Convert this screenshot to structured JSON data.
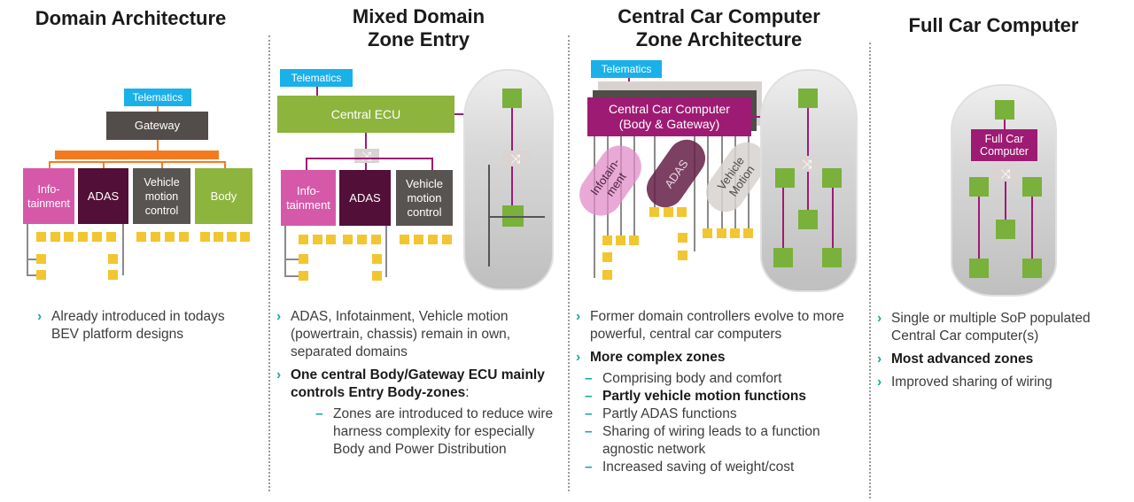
{
  "columns": [
    {
      "title": "Domain Architecture",
      "diagram": {
        "telematics": "Telematics",
        "gateway": "Gateway",
        "domains": [
          "Info-\ntainment",
          "ADAS",
          "Vehicle\nmotion\ncontrol",
          "Body"
        ]
      },
      "bullets": [
        {
          "text": "Already introduced in todays BEV platform designs",
          "bold": false
        }
      ]
    },
    {
      "title_line1": "Mixed Domain",
      "title_line2": "Zone Entry",
      "diagram": {
        "telematics": "Telematics",
        "central": "Central ECU",
        "domains": [
          "Info-\ntainment",
          "ADAS",
          "Vehicle\nmotion\ncontrol"
        ]
      },
      "bullets": [
        {
          "text": "ADAS, Infotainment, Vehicle motion (powertrain, chassis) remain in own, separated domains",
          "bold": false
        },
        {
          "text": "One central Body/Gateway ECU mainly controls Entry Body-zones",
          "suffix": ":",
          "bold": true,
          "sub": [
            "Zones are introduced to reduce wire harness complexity for especially Body and Power Distribution"
          ]
        }
      ]
    },
    {
      "title_line1": "Central Car Computer",
      "title_line2": "Zone Architecture",
      "diagram": {
        "telematics": "Telematics",
        "central_line1": "Central Car Computer",
        "central_line2": "(Body & Gateway)",
        "pills": [
          "Infotain-\nment",
          "ADAS",
          "Vehicle\nMotion"
        ]
      },
      "bullets": [
        {
          "text": "Former domain controllers evolve to more powerful, central car computers",
          "bold": false
        },
        {
          "text": "More complex zones",
          "bold": true,
          "sub": [
            {
              "text": "Comprising body and comfort",
              "bold": false
            },
            {
              "text": "Partly vehicle motion functions",
              "bold": true
            },
            {
              "text": "Partly ADAS functions",
              "bold": false
            },
            {
              "text": "Sharing of wiring leads to a function agnostic network",
              "bold": false
            },
            {
              "text": "Increased saving of weight/cost",
              "bold": false
            }
          ]
        }
      ]
    },
    {
      "title": "Full Car Computer",
      "diagram": {
        "central_line1": "Full Car",
        "central_line2": "Computer"
      },
      "bullets": [
        {
          "text": "Single or multiple SoP populated Central Car computer(s)",
          "bold": false
        },
        {
          "text": "Most advanced zones",
          "bold": true
        },
        {
          "text": "Improved sharing of wiring",
          "bold": false
        }
      ]
    }
  ],
  "markers": {
    "bullet": "›",
    "dash": "–",
    "switch_icon": "⤨"
  },
  "colors": {
    "telematics": "#1ab0ea",
    "gateway": "#524d4b",
    "infotainment": "#d659a9",
    "adas": "#520f37",
    "vehicle_motion": "#585452",
    "body": "#8db43c",
    "central_computer": "#9e1b74",
    "bus_orange": "#f47a20",
    "node_yellow": "#f2c630",
    "bullet_teal": "#1aa99f"
  }
}
